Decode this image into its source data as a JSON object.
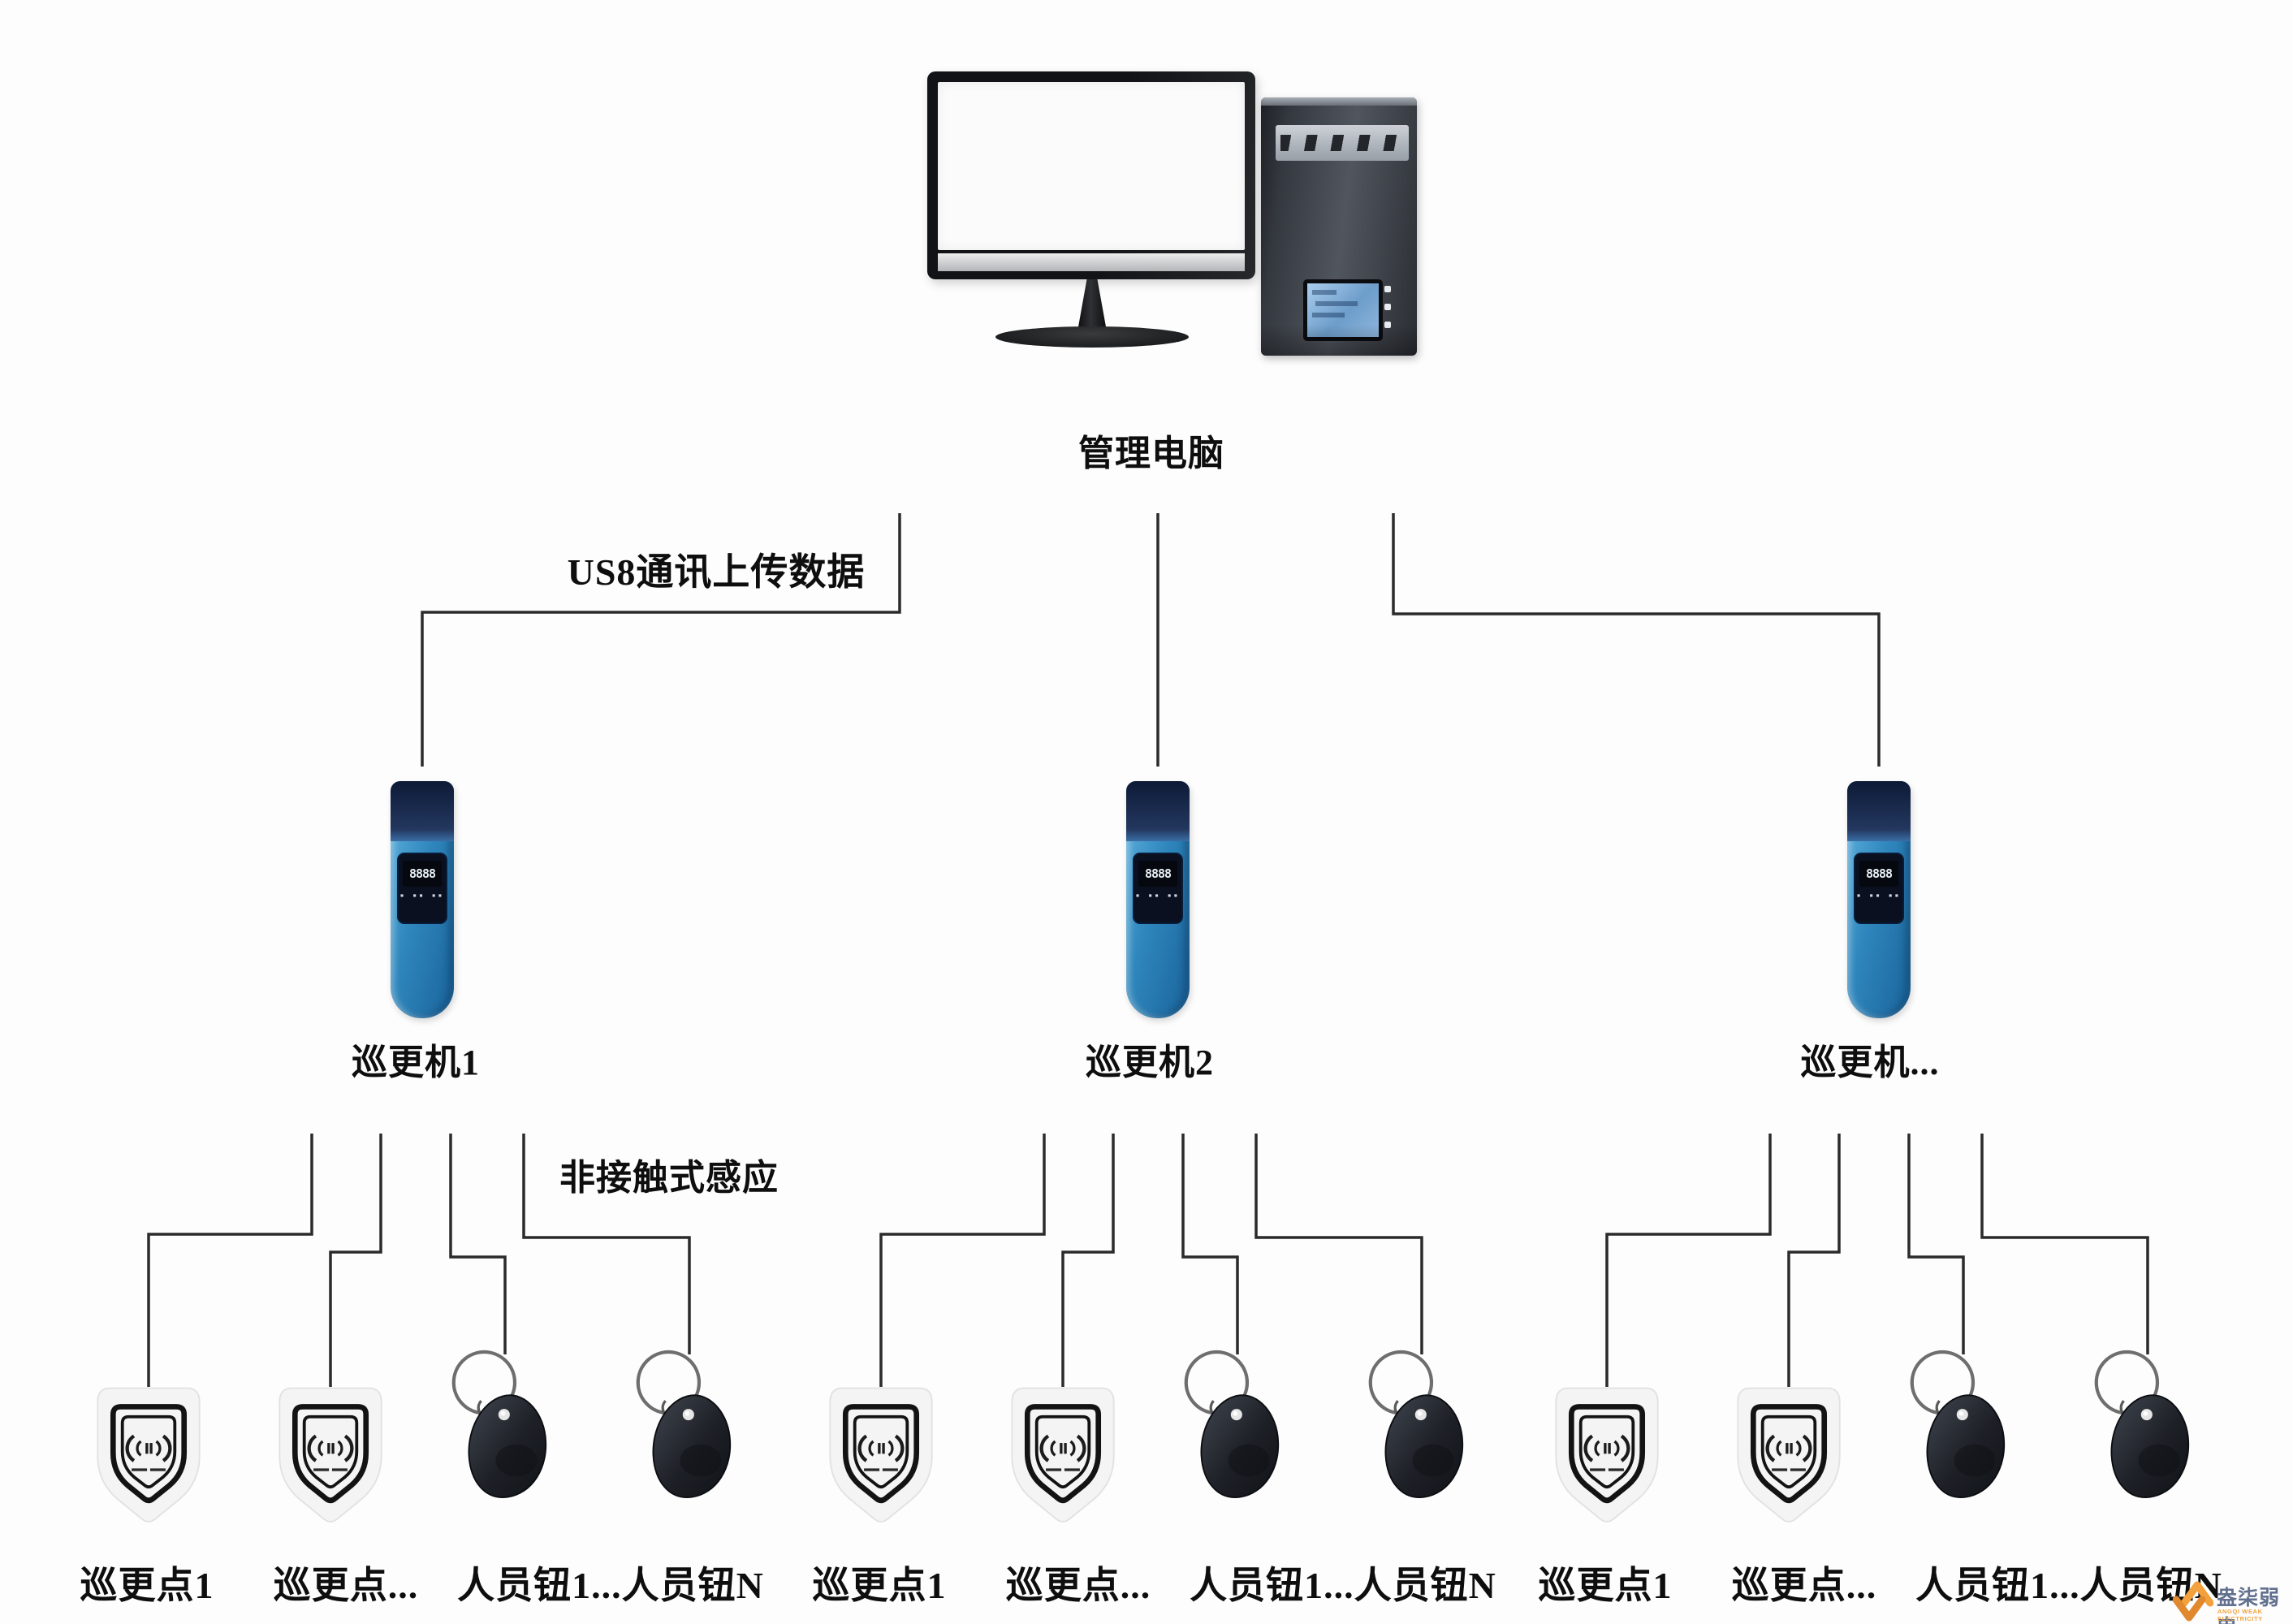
{
  "computer": {
    "label": "管理电脑"
  },
  "connections": {
    "usb_label": "US8通讯上传数据",
    "induction_label": "非接触式感应"
  },
  "machines": [
    {
      "label": "巡更机1",
      "display": "8888"
    },
    {
      "label": "巡更机2",
      "display": "8888"
    },
    {
      "label": "巡更机...",
      "display": "8888"
    }
  ],
  "groups": [
    {
      "labels": [
        "巡更点1",
        "巡更点...",
        "人员钮1...人员钮N"
      ]
    },
    {
      "labels": [
        "巡更点1",
        "巡更点...",
        "人员钮1...人员钮N"
      ]
    },
    {
      "labels": [
        "巡更点1",
        "巡更点...",
        "人员钮1...人员钮N"
      ]
    }
  ],
  "logo": {
    "zh": "盎柒弱电",
    "en": "ANGQI WEAK ELECTRICITY",
    "accent": "#F2A13C",
    "text_color": "#62718F"
  },
  "colors": {
    "wire": "#2B2B2B",
    "machine_blue": "#2E86BD",
    "machine_cap": "#16233F",
    "text": "#101010"
  }
}
